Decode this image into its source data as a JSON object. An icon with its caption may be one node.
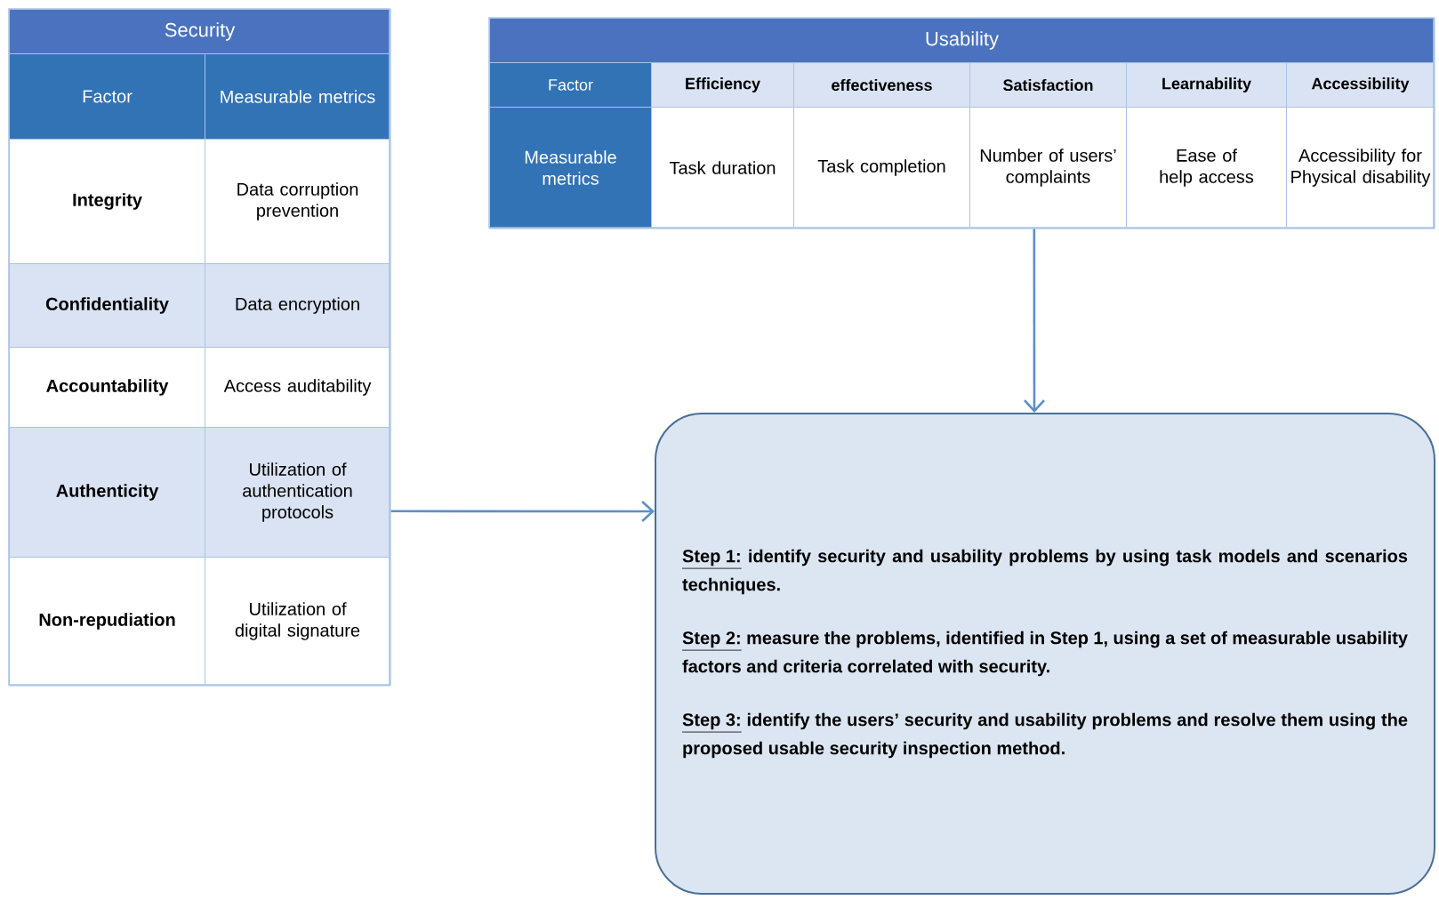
{
  "diagram": {
    "nodes": [
      {
        "text": [
          "Security",
          "Factor",
          "Measurable metrics",
          "Integrity",
          "Data corruption prevention",
          "Confidentiality",
          "Data encryption",
          "Accountability",
          "Access auditability",
          "Authenticity",
          "Utilization of authentication protocols",
          "Non-repudiation",
          "Utilization of digital signature"
        ]
      },
      {
        "text": [
          "Usability",
          "Factor",
          "Efficiency",
          "effectiveness",
          "Satisfaction",
          "Learnability",
          "Accessibility",
          "Measurable metrics",
          "Task duration",
          "Task completion",
          "Number of users’ complaints",
          "Ease of help access",
          "Accessibility for Physical disability"
        ]
      },
      {
        "text": [
          "Step 1:",
          "identify security and usability problems by using task models and scenarios techniques.",
          "Step 2:",
          "measure the problems, identified in Step 1, using a set of measurable usability factors and criteria correlated with security.",
          "Step 3:",
          "identify the users’ security and usability problems and resolve them using the proposed usable security inspection method."
        ]
      }
    ],
    "edges": [
      {
        "from": 0,
        "to": 2,
        "arrow": "to"
      },
      {
        "from": 1,
        "to": 2,
        "arrow": "to"
      }
    ]
  }
}
